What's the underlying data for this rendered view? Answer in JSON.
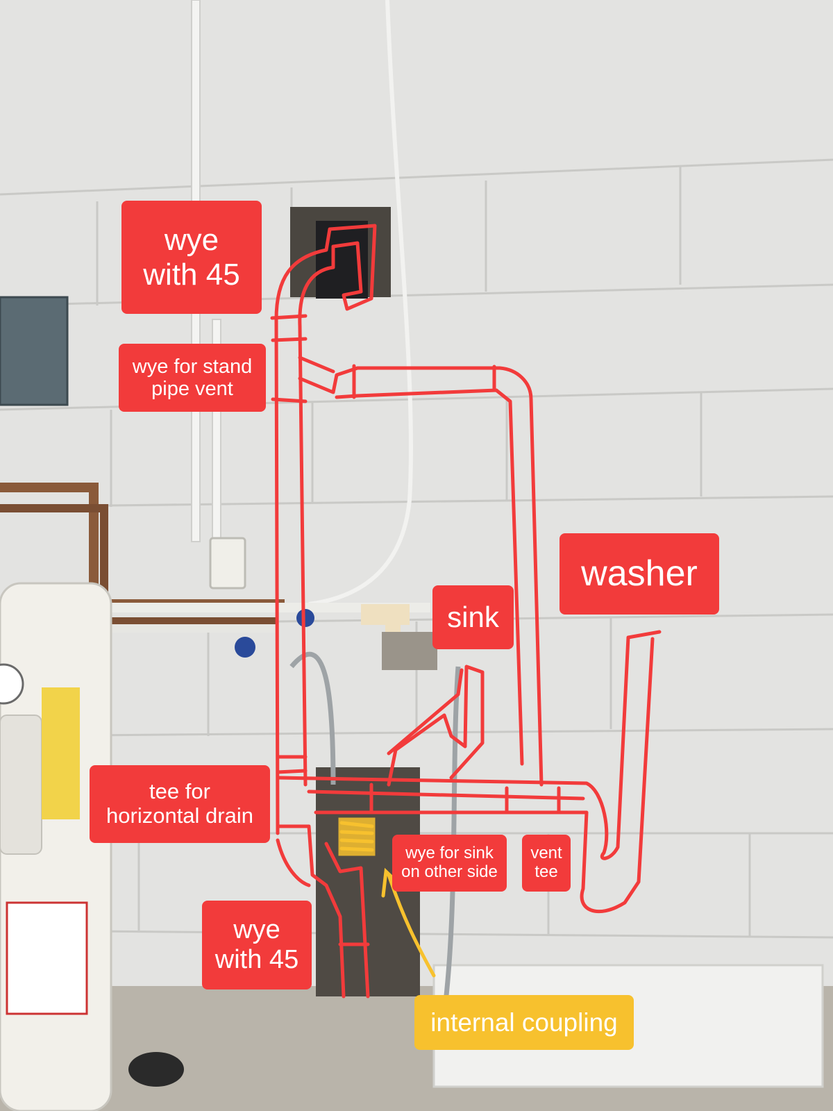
{
  "labels": {
    "wye_with_45_top": "wye\nwith 45",
    "wye_for_stand_pipe_vent": "wye for stand\npipe vent",
    "sink": "sink",
    "washer": "washer",
    "tee_for_horizontal_drain": "tee for\nhorizontal drain",
    "wye_for_sink_on_other_side": "wye for sink\non other side",
    "vent_tee": "vent\ntee",
    "wye_with_45_bottom": "wye\nwith 45",
    "internal_coupling": "internal coupling"
  },
  "colors": {
    "annotation_red": "#f23b3b",
    "annotation_yellow": "#f7c12e",
    "wall": "#e6e6e4",
    "label_text": "#ffffff"
  }
}
